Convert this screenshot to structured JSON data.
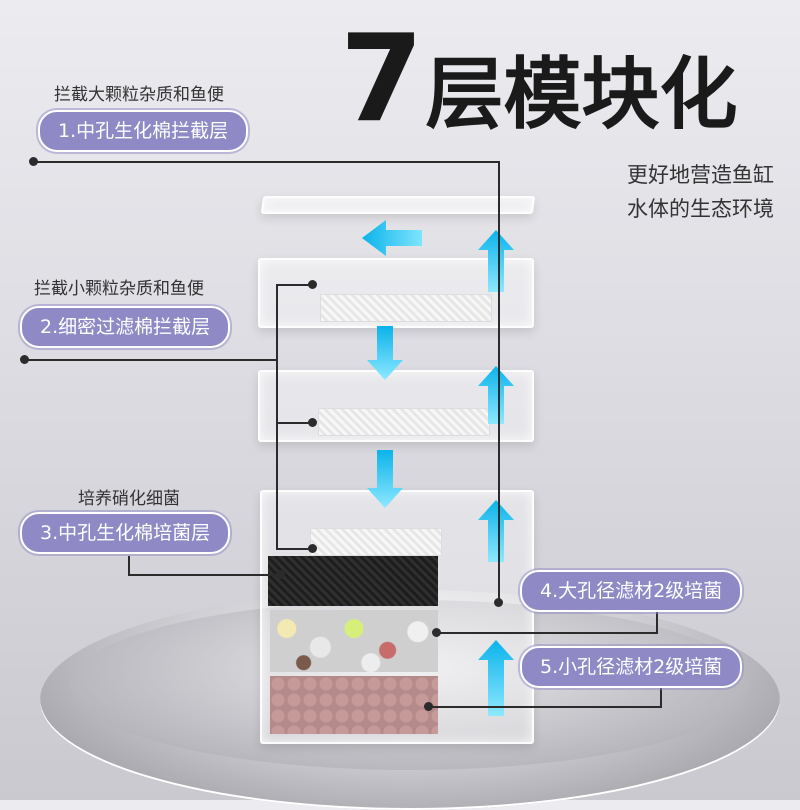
{
  "headline": {
    "number": "7",
    "text": "层模块化"
  },
  "subtitle": {
    "line1": "更好地营造鱼缸",
    "line2": "水体的生态环境"
  },
  "layers": [
    {
      "note": "拦截大颗粒杂质和鱼便",
      "label": "1.中孔生化棉拦截层"
    },
    {
      "note": "拦截小颗粒杂质和鱼便",
      "label": "2.细密过滤棉拦截层"
    },
    {
      "note": "培养硝化细菌",
      "label": "3.中孔生化棉培菌层"
    },
    {
      "note": "",
      "label": "4.大孔径滤材2级培菌"
    },
    {
      "note": "",
      "label": "5.小孔径滤材2级培菌"
    }
  ],
  "colors": {
    "pill": "#8f8ac6",
    "arrow": "#1cc4f0",
    "headline": "#1a1a1a"
  }
}
